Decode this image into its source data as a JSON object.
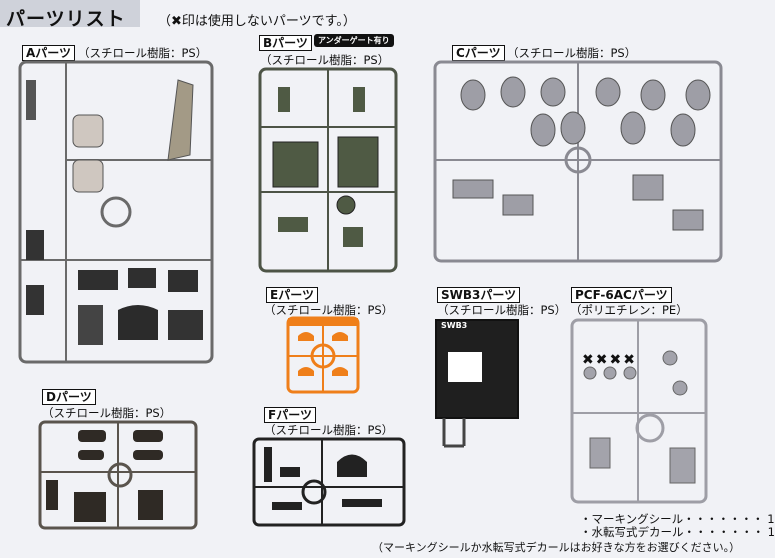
{
  "header": {
    "title": "パーツリスト",
    "note": "（✖印は使用しないパーツです。）"
  },
  "sections": {
    "a": {
      "label": "Aパーツ",
      "material": "（スチロール樹脂：PS）",
      "color": "#9b9b9b"
    },
    "b": {
      "label": "Bパーツ",
      "material": "（スチロール樹脂：PS）",
      "badge": "アンダーゲート有り",
      "color": "#4d5446"
    },
    "c": {
      "label": "Cパーツ",
      "material": "（スチロール樹脂：PS）",
      "color": "#8d8d95"
    },
    "d": {
      "label": "Dパーツ",
      "material": "（スチロール樹脂：PS）",
      "color": "#2f2a25"
    },
    "e": {
      "label": "Eパーツ",
      "material": "（スチロール樹脂：PS）",
      "color": "#ef7f1a"
    },
    "f": {
      "label": "Fパーツ",
      "material": "（スチロール樹脂：PS）",
      "color": "#222222"
    },
    "swb3": {
      "label": "SWB3パーツ",
      "material": "（スチロール樹脂：PS）",
      "plate_text": "SWB3",
      "color": "#1b1b1b"
    },
    "pcf": {
      "label": "PCF-6ACパーツ",
      "material": "（ポリエチレン：PE）",
      "x_marks": "✖✖✖✖",
      "color": "#a3a3ab"
    }
  },
  "legend": {
    "items": [
      {
        "name": "・マーキングシール",
        "count": "・・・・・・・ 1"
      },
      {
        "name": "・水転写式デカール",
        "count": "・・・・・・・ 1"
      }
    ]
  },
  "footer": "（マーキングシールか水転写式デカールはお好きな方をお選びください。）"
}
